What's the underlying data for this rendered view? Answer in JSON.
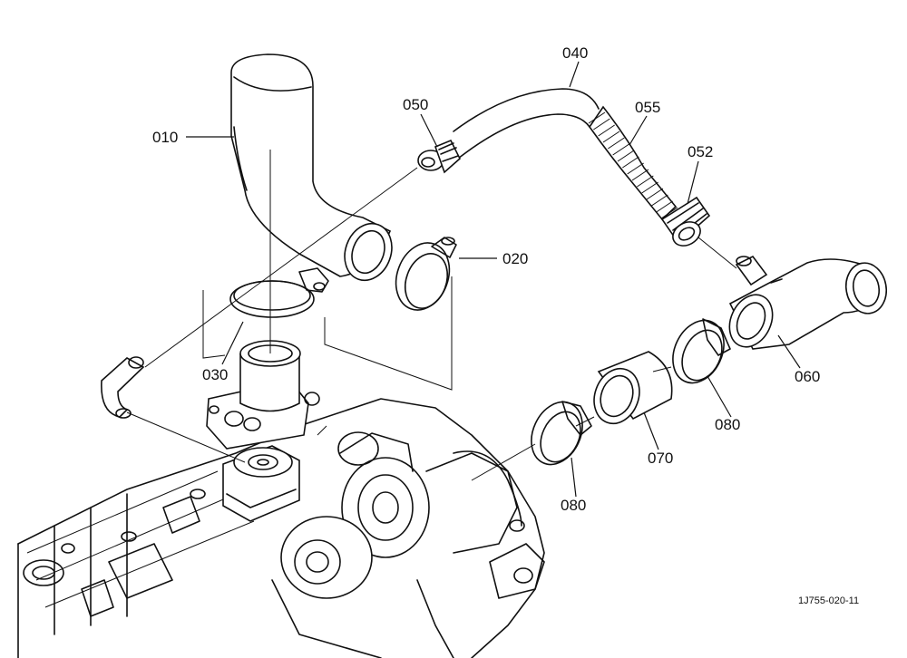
{
  "parts": {
    "p010": "010",
    "p020": "020",
    "p030": "030",
    "p040": "040",
    "p050": "050",
    "p052": "052",
    "p055": "055",
    "p060": "060",
    "p070": "070",
    "p080a": "080",
    "p080b": "080"
  },
  "reference_code": "1J755-020-11"
}
